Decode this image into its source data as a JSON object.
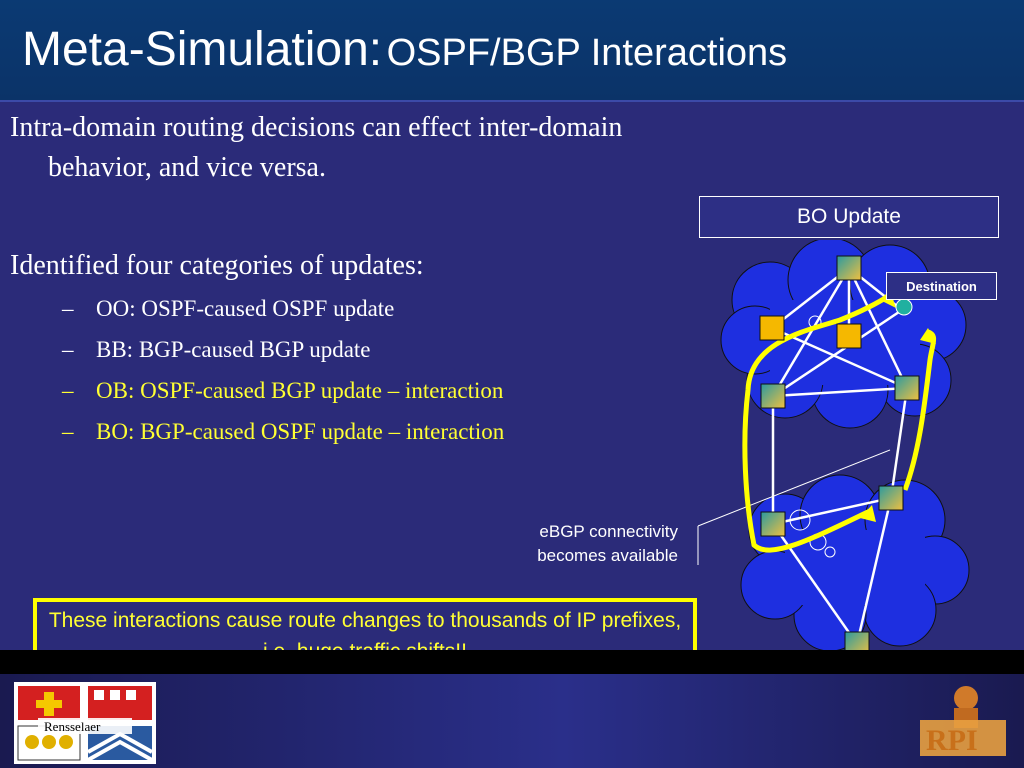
{
  "slide": {
    "title_main": "Meta-Simulation:",
    "title_sub": "OSPF/BGP Interactions",
    "bullet1": "Intra-domain routing decisions can effect inter-domain behavior, and vice versa.",
    "bullet2": "Identified four categories of updates:",
    "sub_items": [
      {
        "dash": "–",
        "text": "OO:  OSPF-caused OSPF update"
      },
      {
        "dash": "–",
        "text": "BB:  BGP-caused BGP update"
      },
      {
        "dash": "–",
        "text": "OB:  OSPF-caused BGP update – interaction"
      },
      {
        "dash": "–",
        "text": "BO:  BGP-caused OSPF update – interaction"
      }
    ],
    "callout_text": "These interactions cause route changes to thousands of IP prefixes, i.e. huge traffic shifts!!"
  },
  "diagram": {
    "bo_update_label": "BO Update",
    "destination_label": "Destination",
    "ebgp_label_line1": "eBGP connectivity",
    "ebgp_label_line2": "becomes available"
  },
  "footer": {
    "rensselaer_text": "Rensselaer",
    "rpi_text": "RPI"
  },
  "colors": {
    "background": "#2b2b79",
    "title_bar": "#0b3a73",
    "highlight": "#ffff33",
    "cloud": "#1e2fe0"
  }
}
